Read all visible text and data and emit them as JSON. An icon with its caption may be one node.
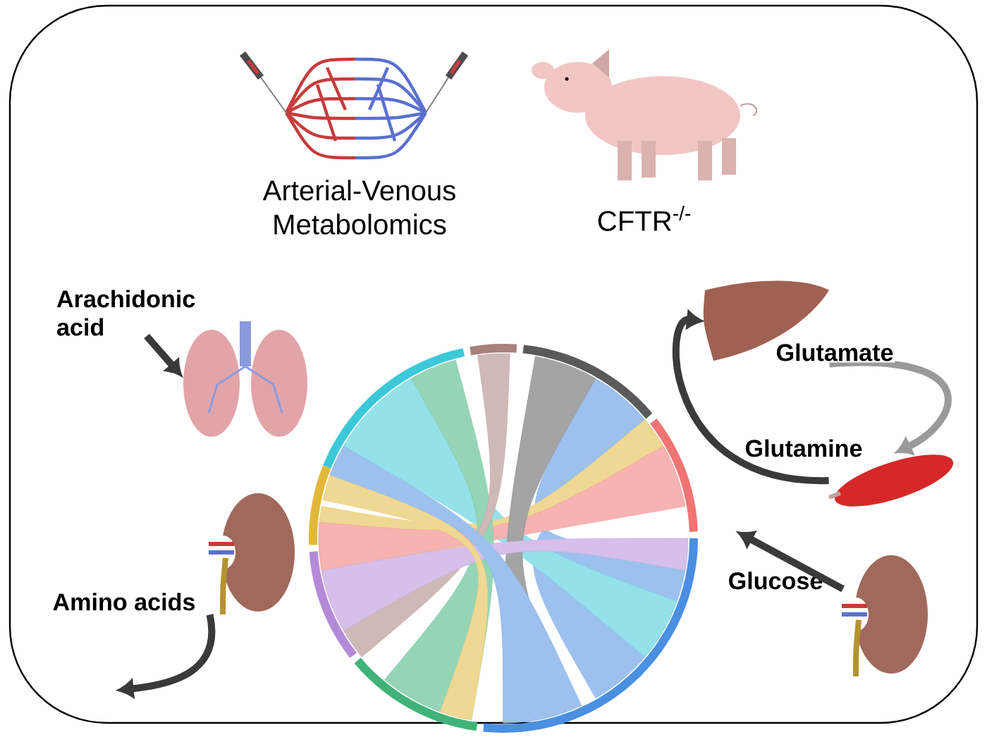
{
  "diagram": {
    "nodes": [
      {
        "text": [
          "Arachidonic acid"
        ]
      },
      {
        "text": [],
        "shape": "picture"
      },
      {
        "text": [],
        "shape": "picture",
        "beside": [
          "Amino acids"
        ]
      },
      {
        "text": [],
        "shape": "picture"
      },
      {
        "text": [],
        "shape": "picture"
      },
      {
        "text": [],
        "shape": "picture",
        "beside": [
          "Glucose"
        ]
      },
      {
        "text": [],
        "shape": "picture"
      }
    ],
    "edges": [
      {
        "from": 0,
        "to": 1,
        "arrow": "to"
      },
      {
        "from": 2,
        "to": null,
        "arrow": "to"
      },
      {
        "from": 3,
        "to": 4,
        "arrow": "to",
        "label": "Glutamate",
        "color": "#9a9a9a"
      },
      {
        "from": 4,
        "to": 3,
        "arrow": "to",
        "label": "Glutamine"
      },
      {
        "from": 5,
        "to": null,
        "arrow": "to"
      }
    ],
    "labels": [
      "Arterial-Venous Metabolomics",
      "CFTR$^{-/-}$"
    ]
  }
}
